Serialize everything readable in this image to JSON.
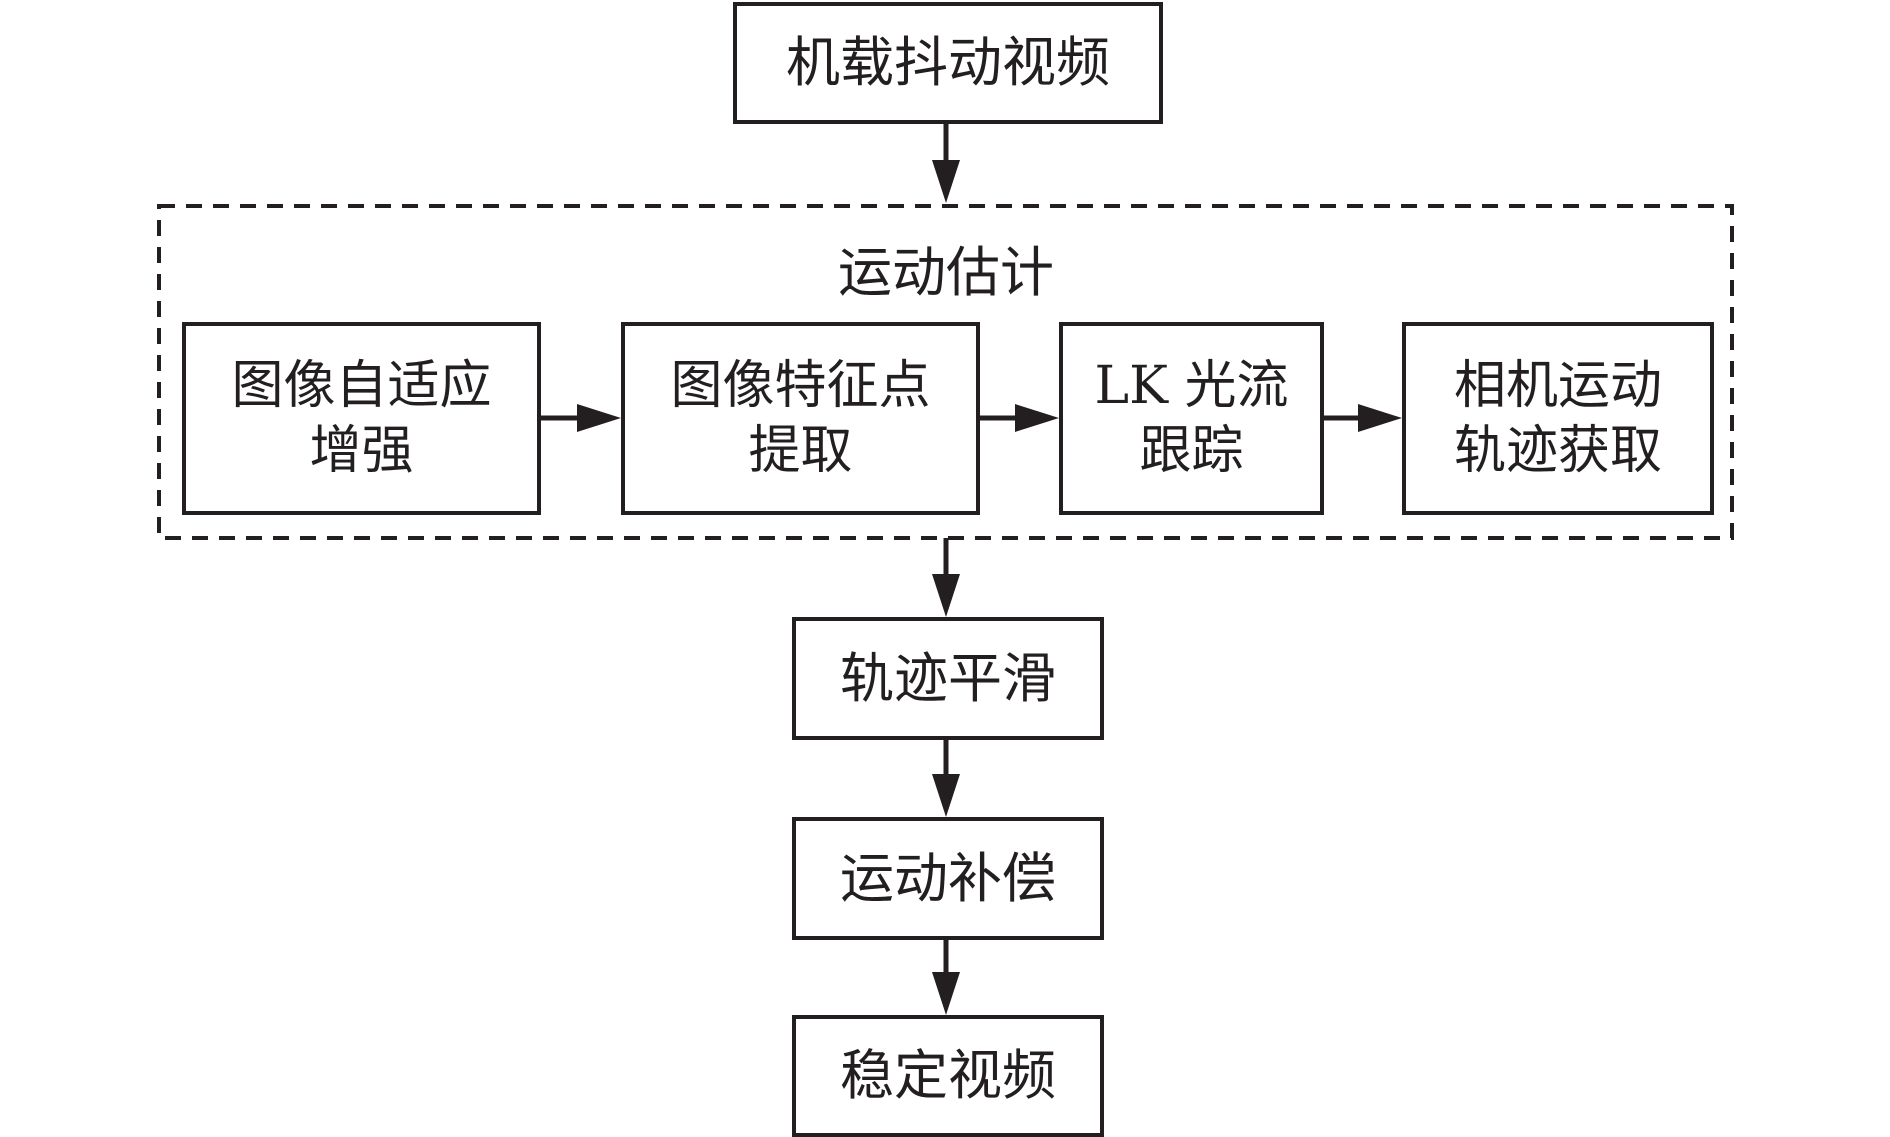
{
  "diagram": {
    "input": "机载抖动视频",
    "group": {
      "title": "运动估计",
      "steps": [
        {
          "line1": "图像自适应",
          "line2": "增强"
        },
        {
          "line1": "图像特征点",
          "line2": "提取"
        },
        {
          "line1": "LK 光流",
          "line2": "跟踪"
        },
        {
          "line1": "相机运动",
          "line2": "轨迹获取"
        }
      ]
    },
    "smoothing": "轨迹平滑",
    "compensation": "运动补偿",
    "output": "稳定视频"
  }
}
